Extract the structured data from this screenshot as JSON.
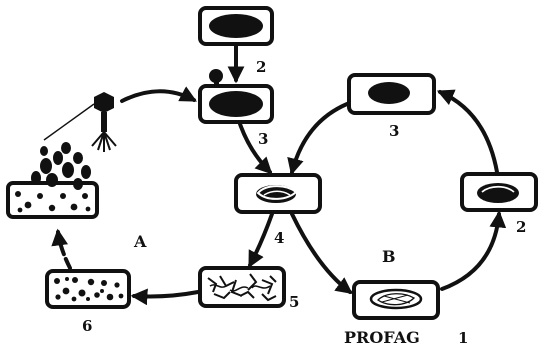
{
  "labels": {
    "cycle_a": "A",
    "cycle_b": "B",
    "step_2_top": "2",
    "step_3_top": "3",
    "step_4": "4",
    "step_5": "5",
    "step_6": "6",
    "step_3_right": "3",
    "step_2_right": "2",
    "step_1_bottom": "1",
    "prophage": "PROFAG"
  },
  "colors": {
    "ink": "#111111",
    "background": "#ffffff"
  }
}
